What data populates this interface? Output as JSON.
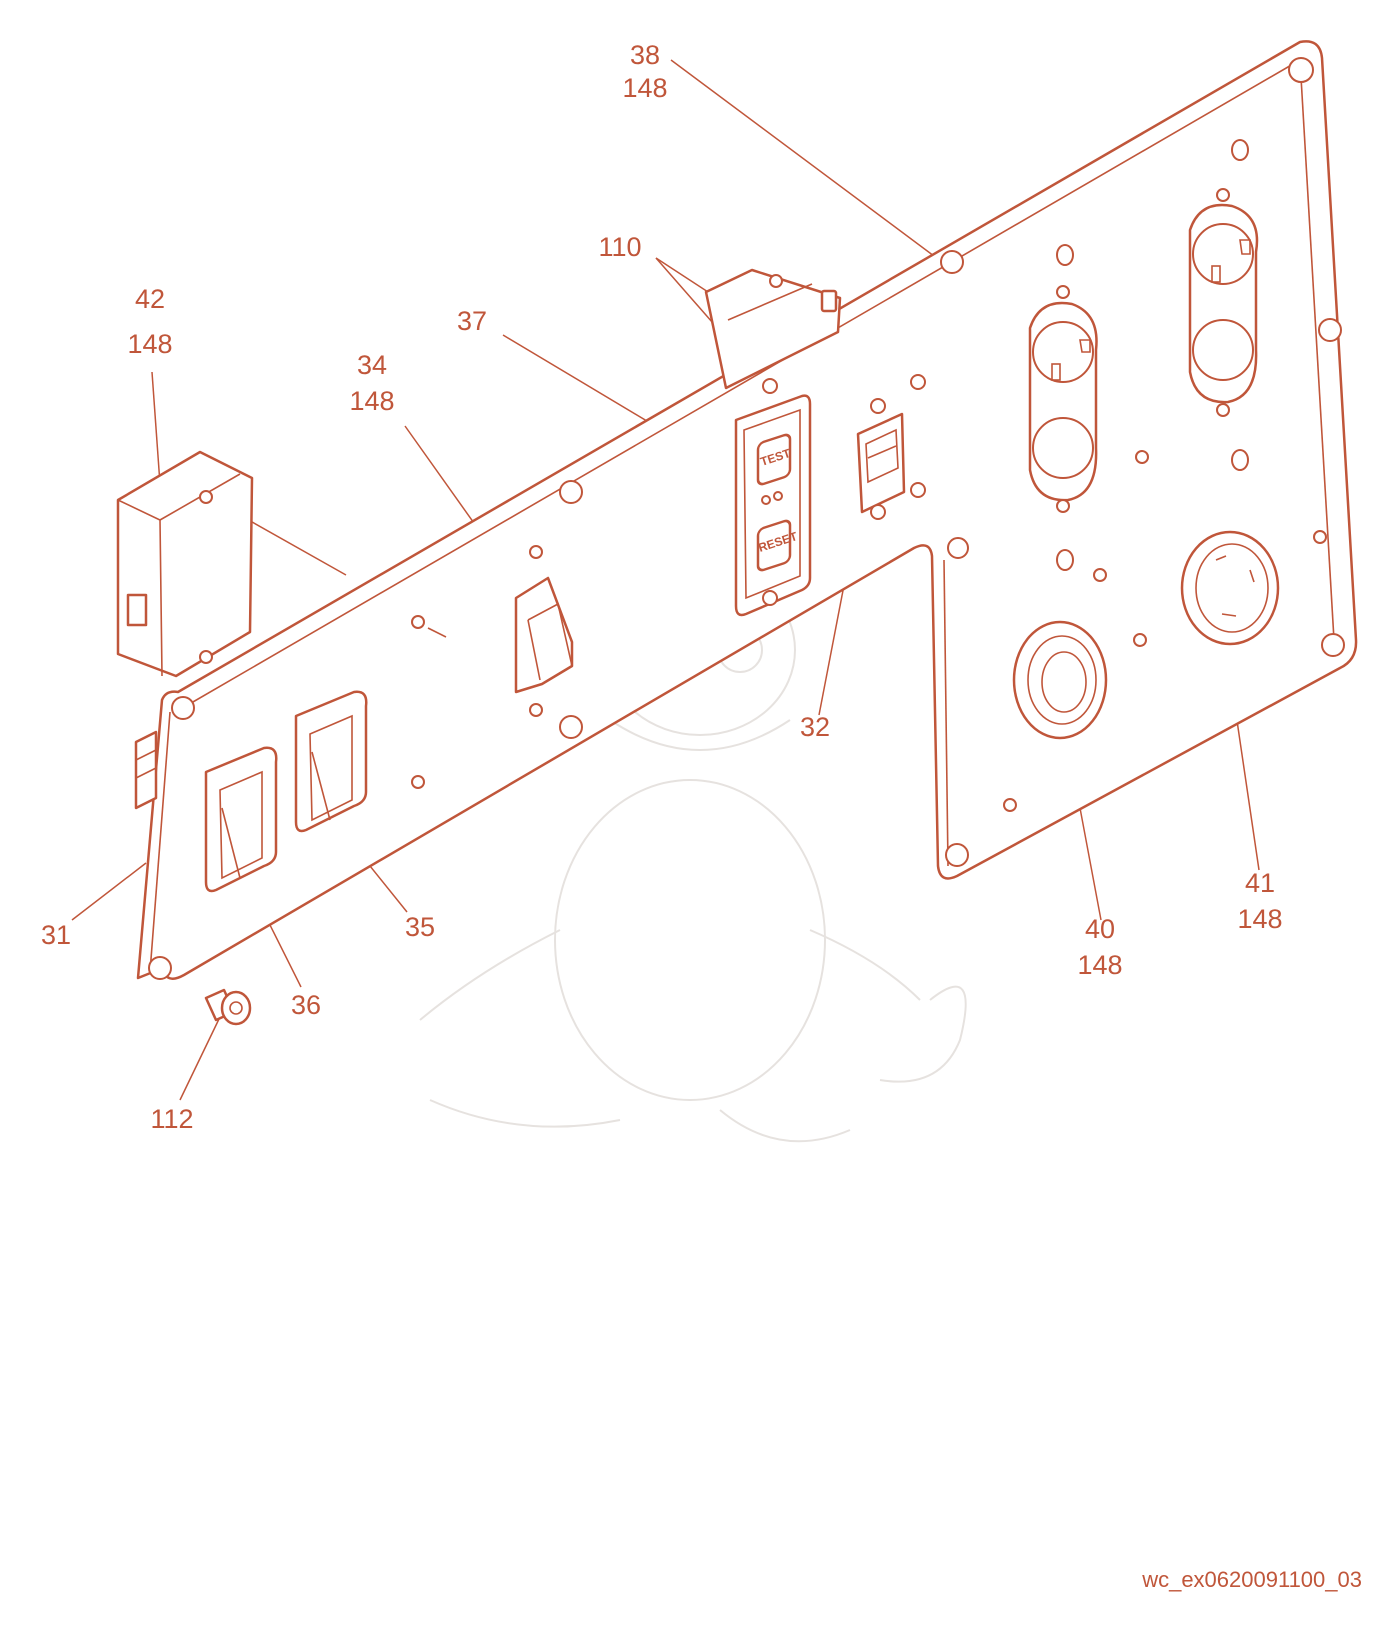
{
  "figure": {
    "drawing_id": "wc_ex0620091100_03"
  },
  "callouts": [
    {
      "key": "c38",
      "lines": [
        "38",
        "148"
      ]
    },
    {
      "key": "c110",
      "lines": [
        "110"
      ]
    },
    {
      "key": "c42",
      "lines": [
        "42",
        "148"
      ]
    },
    {
      "key": "c37",
      "lines": [
        "37"
      ]
    },
    {
      "key": "c34",
      "lines": [
        "34",
        "148"
      ]
    },
    {
      "key": "c32",
      "lines": [
        "32"
      ]
    },
    {
      "key": "c31",
      "lines": [
        "31"
      ]
    },
    {
      "key": "c35",
      "lines": [
        "35"
      ]
    },
    {
      "key": "c36",
      "lines": [
        "36"
      ]
    },
    {
      "key": "c112",
      "lines": [
        "112"
      ]
    },
    {
      "key": "c40",
      "lines": [
        "40",
        "148"
      ]
    },
    {
      "key": "c41",
      "lines": [
        "41",
        "148"
      ]
    }
  ],
  "gfci_labels": {
    "test": "TEST",
    "reset": "RESET"
  },
  "colors": {
    "line": "#c0563a",
    "background": "#ffffff",
    "watermark": "#e6e2df"
  },
  "icons": {
    "watermark": "dragon-watermark-icon"
  }
}
